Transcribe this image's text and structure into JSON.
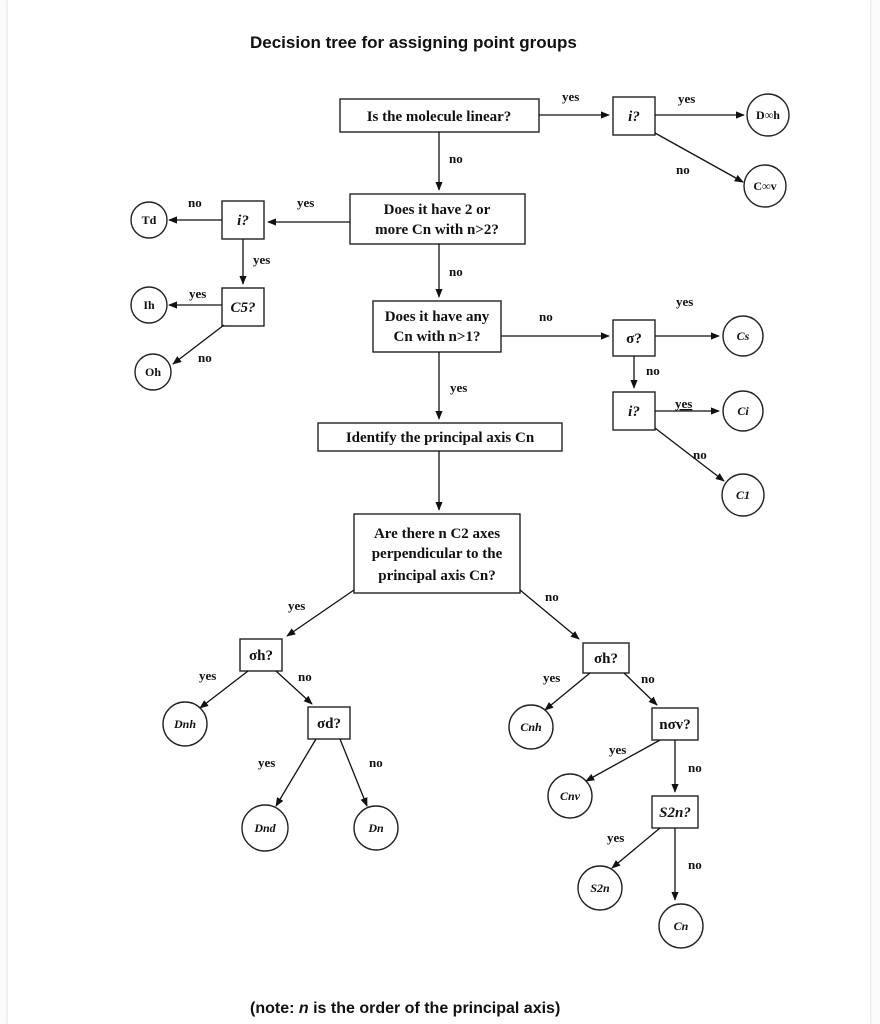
{
  "title": "Decision tree for assigning point groups",
  "note": {
    "prefix": "(note: ",
    "var": "n",
    "suffix": " is the order of the principal axis)"
  },
  "questions": {
    "linear": "Is the molecule linear?",
    "two_cn_line1": "Does it have 2 or",
    "two_cn_line2": "more Cn with n>2?",
    "any_cn_line1": "Does it have any",
    "any_cn_line2": "Cn with n>1?",
    "principal": "Identify the principal axis Cn",
    "perp_line1": "Are there n C2 axes",
    "perp_line2": "perpendicular  to the",
    "perp_line3": "principal  axis Cn?",
    "i_top": "i?",
    "i_left": "i?",
    "c5": "C5?",
    "sigma_mid": "σ?",
    "i_mid": "i?",
    "sigma_h_left": "σh?",
    "sigma_d": "σd?",
    "sigma_h_right": "σh?",
    "n_sigma_v": "nσv?",
    "s2n": "S2n?"
  },
  "point_groups": {
    "d_inf_h": "D∞h",
    "c_inf_v": "C∞v",
    "td": "Td",
    "ih": "Ih",
    "oh": "Oh",
    "cs": "Cs",
    "ci": "Ci",
    "c1": "C1",
    "dnh": "Dnh",
    "dnd": "Dnd",
    "dn": "Dn",
    "cnh": "Cnh",
    "cnv": "Cnv",
    "s2n": "S2n",
    "cn": "Cn"
  },
  "answers": {
    "yes": "yes",
    "no": "no"
  }
}
